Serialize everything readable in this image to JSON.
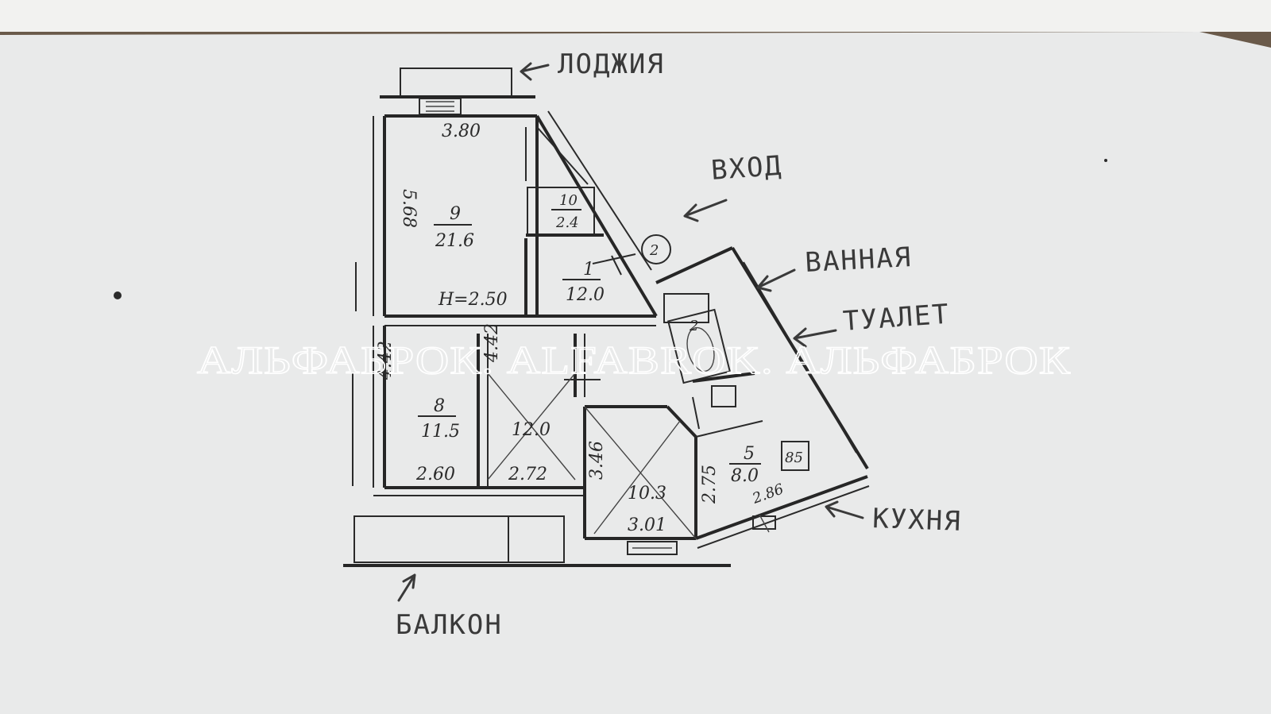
{
  "labels": {
    "loggia": "ЛОДЖИЯ",
    "entrance": "ВХОД",
    "bathroom": "ВАННАЯ",
    "toilet": "ТУАЛЕТ",
    "kitchen": "КУХНЯ",
    "balcony": "БАЛКОН"
  },
  "watermark": "АЛЬФАБРОК. ALFABROK. АЛЬФАБРОК",
  "rooms": {
    "r9": {
      "num": "9",
      "area": "21.6"
    },
    "r10": {
      "num": "10",
      "area": "2.4"
    },
    "r1": {
      "num": "1",
      "area": "12.0"
    },
    "r8": {
      "num": "8",
      "area": "11.5"
    },
    "r7": {
      "area": "12.0"
    },
    "r6": {
      "area": "10.3"
    },
    "r5": {
      "num": "5",
      "area": "8.0"
    },
    "r2": {
      "num": "2"
    },
    "marker": "2"
  },
  "dims": {
    "top_width": "3.80",
    "left_height": "5.68",
    "ceiling": "H=2.50",
    "left_mid": "4.42",
    "mid_left": "4.42",
    "bottom_a": "2.60",
    "bottom_b": "2.72",
    "r6_height": "3.46",
    "bottom_c": "3.01",
    "r5_height": "2.75",
    "r5_bottom": "2.86",
    "stove": "85"
  }
}
